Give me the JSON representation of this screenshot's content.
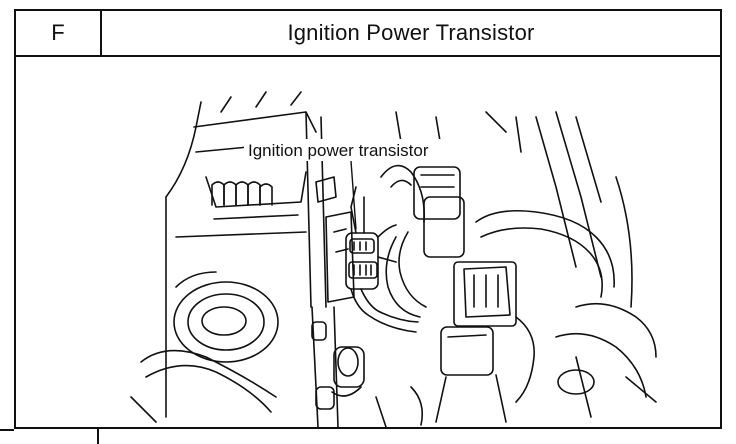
{
  "header": {
    "section_letter": "F",
    "title": "Ignition Power Transistor"
  },
  "figure": {
    "callout_label": "Ignition power transistor"
  }
}
